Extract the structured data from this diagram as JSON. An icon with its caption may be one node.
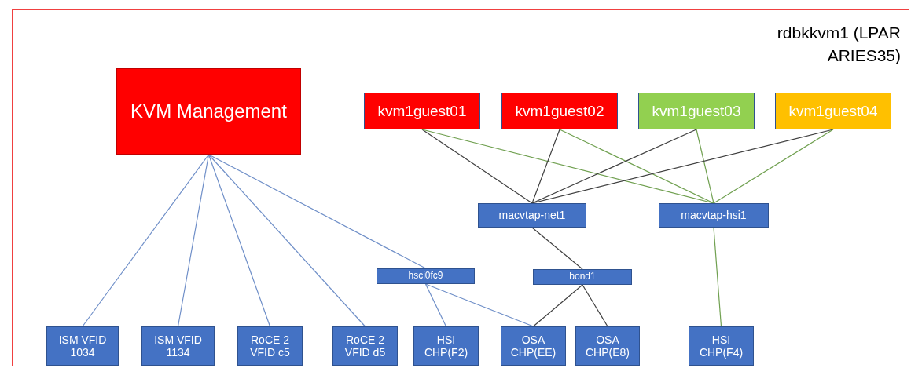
{
  "diagram": {
    "nodes": [
      {
        "text": [
          "rdbkkvm1 (LPAR ARIES35)"
        ]
      },
      {
        "text": [
          "KVM Management"
        ],
        "in": 0
      },
      {
        "text": [
          "kvm1guest01"
        ],
        "in": 0
      },
      {
        "text": [
          "kvm1guest02"
        ],
        "in": 0
      },
      {
        "text": [
          "kvm1guest03"
        ],
        "in": 0
      },
      {
        "text": [
          "kvm1guest04"
        ],
        "in": 0
      },
      {
        "text": [
          "macvtap-net1"
        ],
        "in": 0
      },
      {
        "text": [
          "macvtap-hsi1"
        ],
        "in": 0
      },
      {
        "text": [
          "hsci0fc9"
        ],
        "in": 0
      },
      {
        "text": [
          "bond1"
        ],
        "in": 0
      },
      {
        "text": [
          "ISM VFID 1034"
        ],
        "in": 0
      },
      {
        "text": [
          "ISM VFID 1134"
        ],
        "in": 0
      },
      {
        "text": [
          "RoCE 2 VFID c5"
        ],
        "in": 0
      },
      {
        "text": [
          "RoCE 2 VFID d5"
        ],
        "in": 0
      },
      {
        "text": [
          "HSI CHP(F2)"
        ],
        "in": 0
      },
      {
        "text": [
          "OSA CHP(EE)"
        ],
        "in": 0
      },
      {
        "text": [
          "OSA CHP(E8)"
        ],
        "in": 0
      },
      {
        "text": [
          "HSI CHP(F4)"
        ],
        "in": 0
      }
    ],
    "edges": [
      {
        "from": 1,
        "to": 10,
        "arrow": "none"
      },
      {
        "from": 1,
        "to": 11,
        "arrow": "none"
      },
      {
        "from": 1,
        "to": 12,
        "arrow": "none"
      },
      {
        "from": 1,
        "to": 13,
        "arrow": "none"
      },
      {
        "from": 1,
        "to": 8,
        "arrow": "none"
      },
      {
        "from": 2,
        "to": 6,
        "arrow": "none",
        "color": "#404040"
      },
      {
        "from": 2,
        "to": 7,
        "arrow": "none",
        "color": "#70a050"
      },
      {
        "from": 3,
        "to": 6,
        "arrow": "none",
        "color": "#404040"
      },
      {
        "from": 3,
        "to": 7,
        "arrow": "none",
        "color": "#70a050"
      },
      {
        "from": 4,
        "to": 6,
        "arrow": "none",
        "color": "#404040"
      },
      {
        "from": 4,
        "to": 7,
        "arrow": "none",
        "color": "#70a050"
      },
      {
        "from": 5,
        "to": 6,
        "arrow": "none",
        "color": "#404040"
      },
      {
        "from": 5,
        "to": 7,
        "arrow": "none",
        "color": "#70a050"
      },
      {
        "from": 6,
        "to": 9,
        "arrow": "none",
        "color": "#404040"
      },
      {
        "from": 9,
        "to": 15,
        "arrow": "none",
        "color": "#404040"
      },
      {
        "from": 9,
        "to": 16,
        "arrow": "none",
        "color": "#404040"
      },
      {
        "from": 8,
        "to": 14,
        "arrow": "none"
      },
      {
        "from": 8,
        "to": 15,
        "arrow": "none"
      },
      {
        "from": 7,
        "to": 17,
        "arrow": "none",
        "color": "#70a050"
      }
    ]
  }
}
